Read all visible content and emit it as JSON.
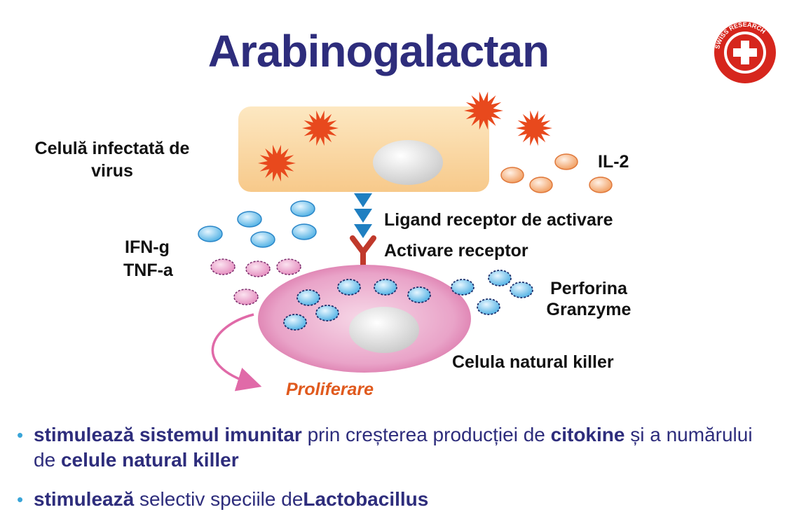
{
  "title": "Arabinogalactan",
  "logo": {
    "text": "SWISS RESEARCH",
    "icon": "swiss-cross-icon",
    "color": "#d6261d"
  },
  "labels": {
    "infected_cell": "Celulă infectată de virus",
    "il2": "IL-2",
    "ligand": "Ligand receptor de activare",
    "activare": "Activare receptor",
    "ifn": "IFN-g",
    "tnf": "TNF-a",
    "perforina": "Perforina",
    "granzyme": "Granzyme",
    "nk_cell": "Celula natural killer",
    "proliferare": "Proliferare"
  },
  "colors": {
    "title": "#2e2d7c",
    "infected_cell_fill": "#fbdcae",
    "virus": "#e8491d",
    "il2": "#f3a56a",
    "ifn_tnf_blue": "#5bb8e8",
    "tnf_pink": "#e78bc0",
    "nk_cell": "#d86aa6",
    "receptor": "#c0392b",
    "ligand_arrow": "#1f7fc1",
    "proliferare_arrow": "#e06aa8",
    "proliferare_text": "#e05a1e"
  },
  "bullets": [
    {
      "parts": [
        {
          "text": "stimulează sistemul imunitar",
          "bold": true
        },
        {
          "text": " prin creșterea producției de ",
          "bold": false
        },
        {
          "text": "citokine",
          "bold": true
        },
        {
          "text": " și a numărului de ",
          "bold": false
        },
        {
          "text": "celule natural killer",
          "bold": true
        }
      ]
    },
    {
      "parts": [
        {
          "text": "stimulează",
          "bold": true
        },
        {
          "text": " selectiv speciile de",
          "bold": false
        },
        {
          "text": "Lactobacillus",
          "bold": true
        }
      ]
    }
  ]
}
